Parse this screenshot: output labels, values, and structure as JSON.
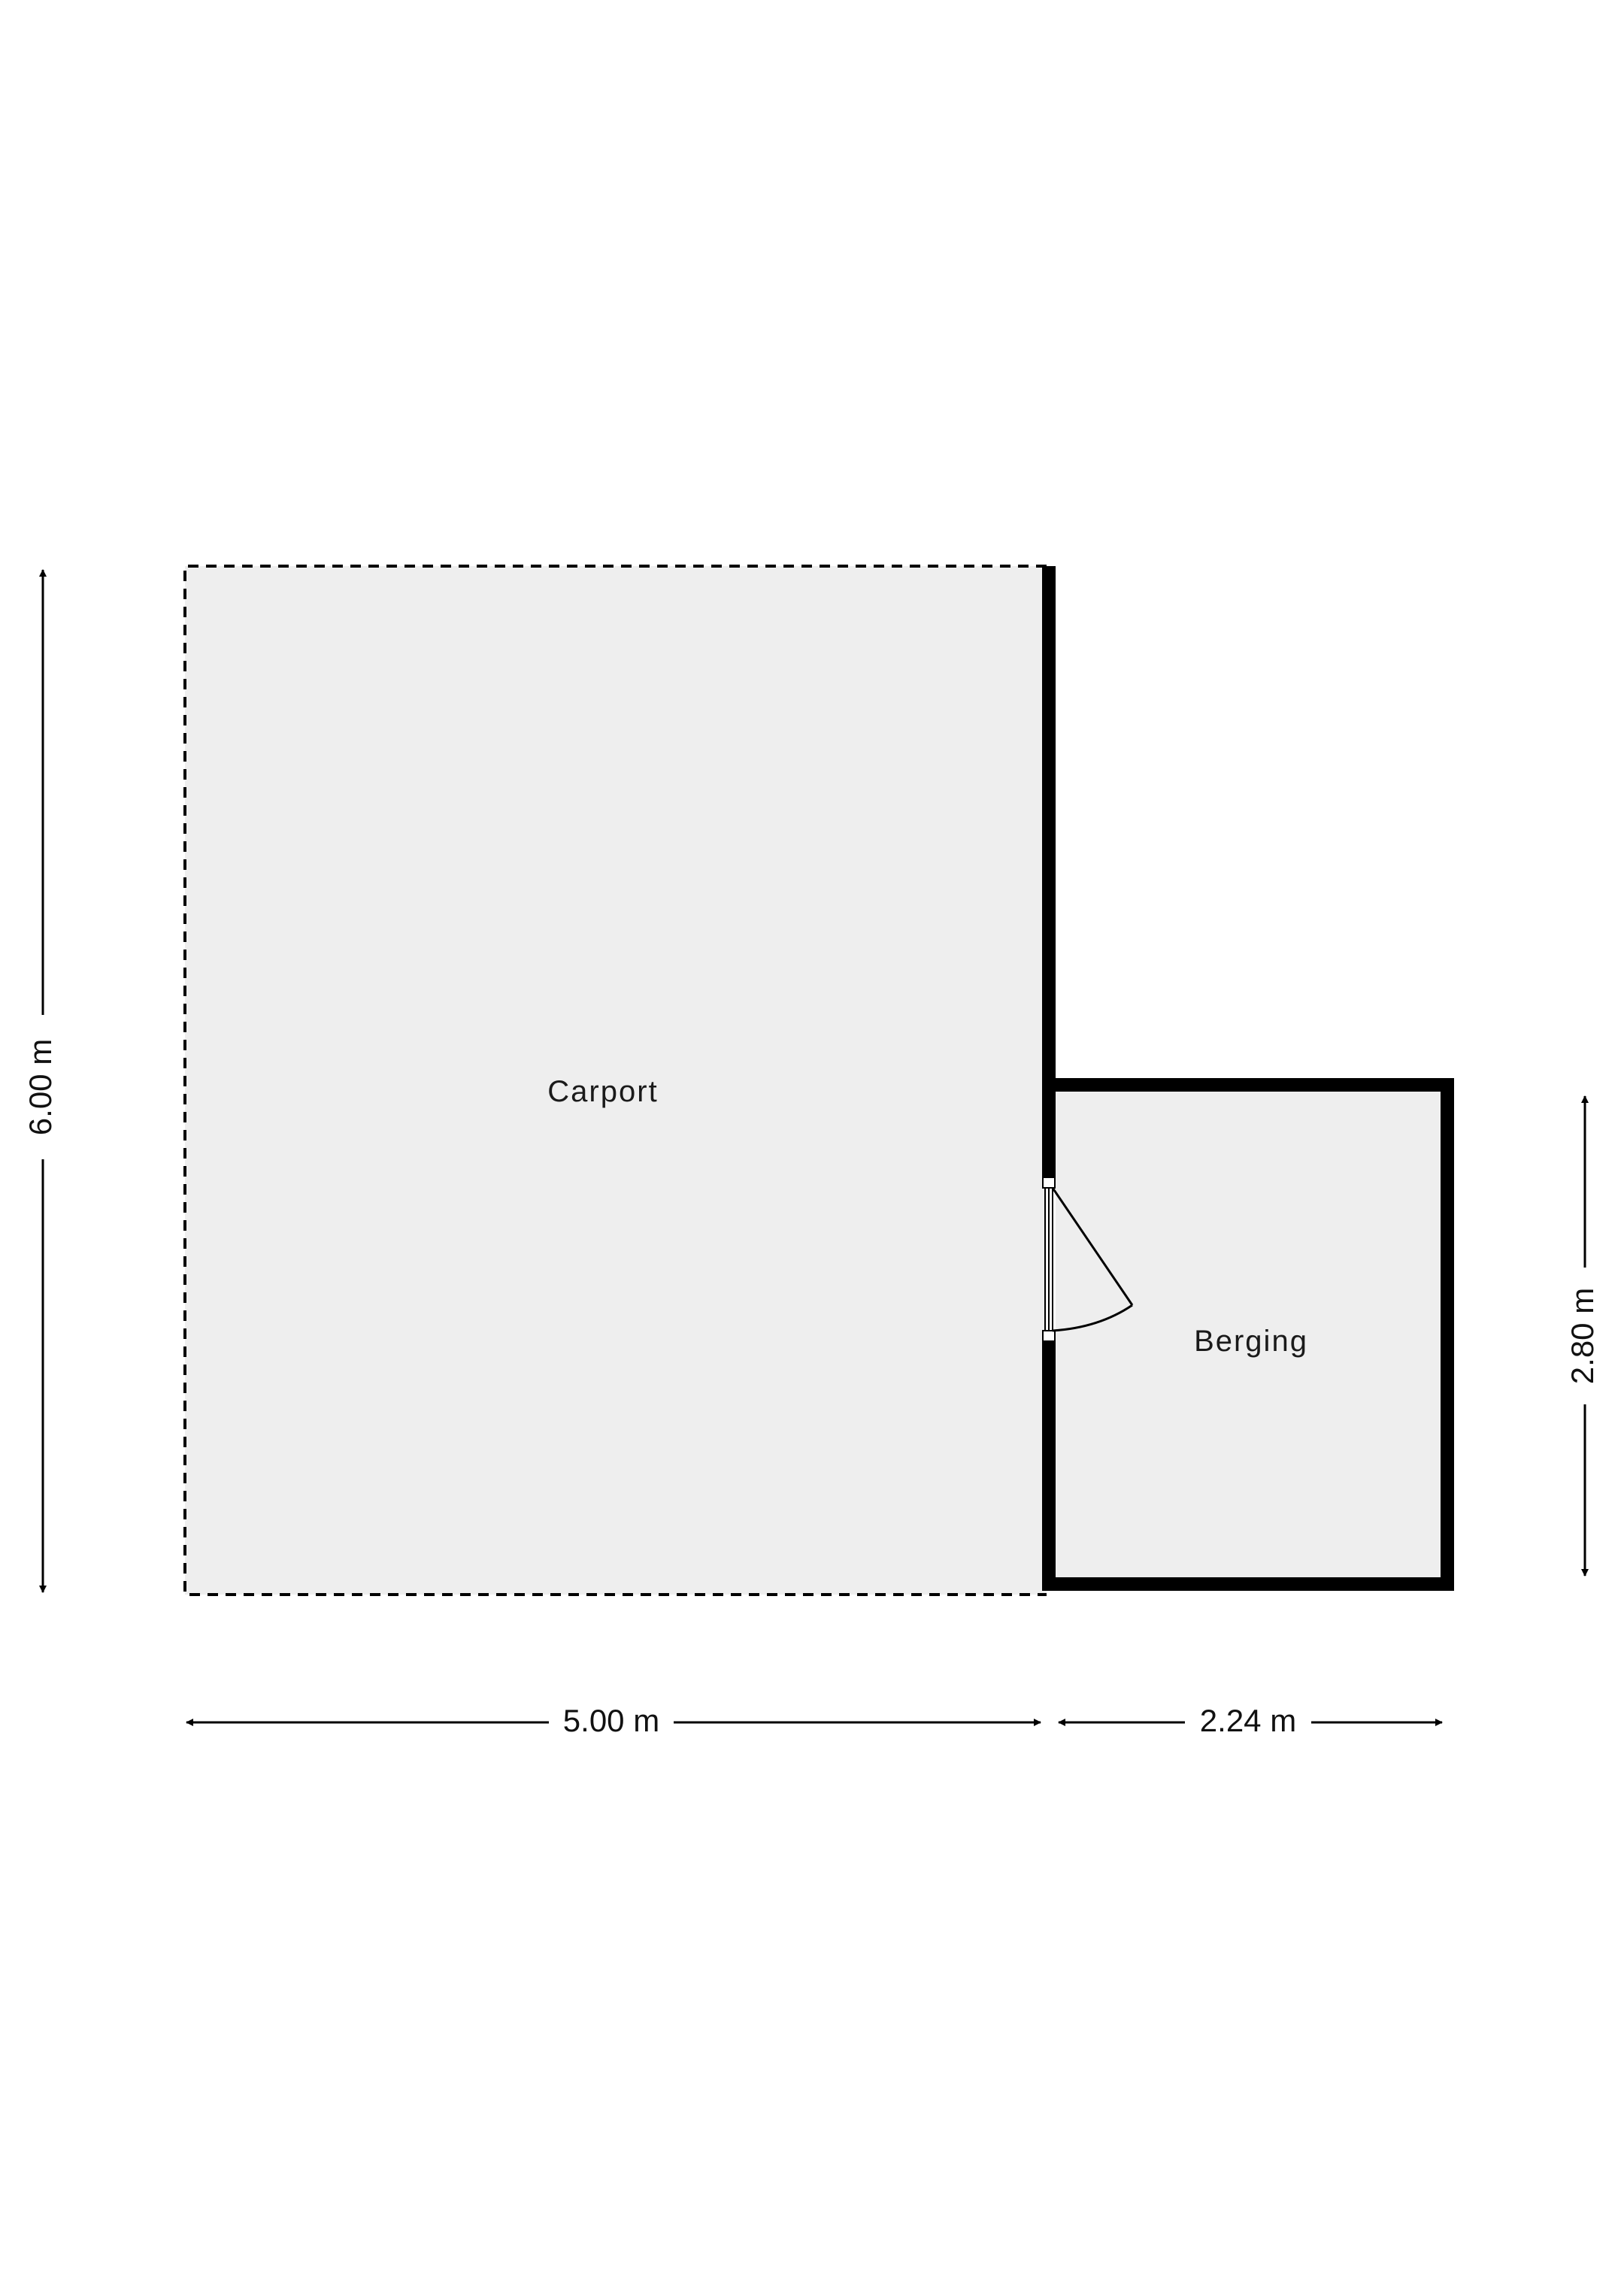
{
  "rooms": {
    "carport": {
      "label": "Carport"
    },
    "berging": {
      "label": "Berging"
    }
  },
  "dimensions": {
    "carport_height": "6.00 m",
    "berging_height": "2.80 m",
    "carport_width": "5.00 m",
    "berging_width": "2.24 m"
  },
  "colors": {
    "floor": "#eeeeee",
    "wall": "#000000",
    "background": "#ffffff"
  }
}
